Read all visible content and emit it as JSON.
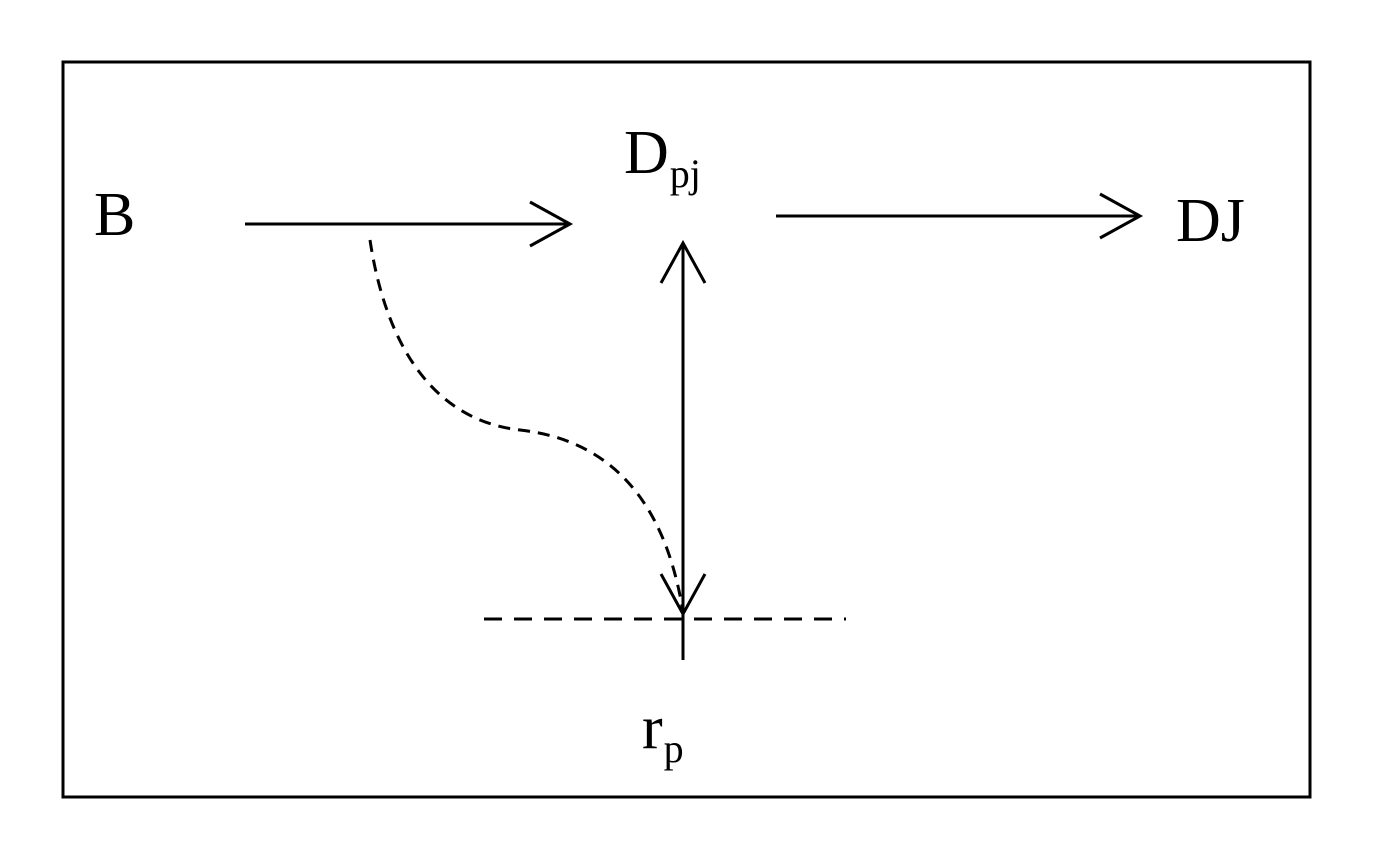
{
  "nodes": {
    "b": {
      "text": "B"
    },
    "dpj": {
      "base": "D",
      "subscript": "pj"
    },
    "dj": {
      "text": "DJ"
    },
    "rp": {
      "base": "r",
      "subscript": "p"
    }
  },
  "colors": {
    "stroke": "#000000",
    "background": "#ffffff"
  }
}
